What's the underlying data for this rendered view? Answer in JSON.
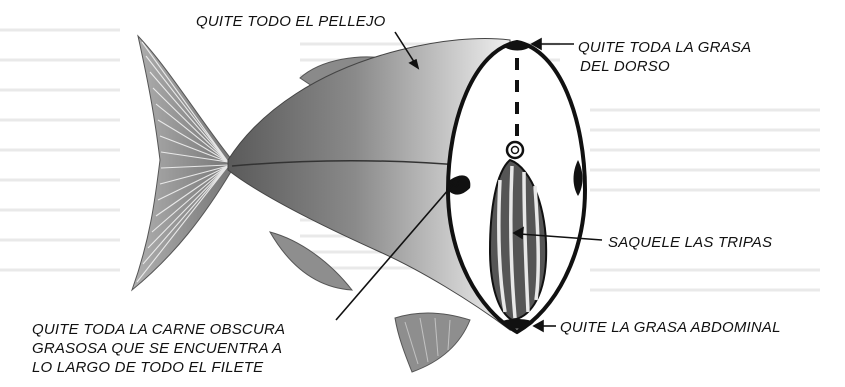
{
  "figure": {
    "labels": {
      "remove_skin": "QUITE TODO EL PELLEJO",
      "remove_dorsal_fat_line1": "QUITE TODA LA GRASA",
      "remove_dorsal_fat_line2": "DEL DORSO",
      "remove_guts": "SAQUELE LAS TRIPAS",
      "remove_belly_fat": "QUITE LA GRASA ABDOMINAL",
      "remove_dark_meat_line1": "QUITE TODA LA CARNE OBSCURA",
      "remove_dark_meat_line2": "GRASOSA QUE SE ENCUENTRA A",
      "remove_dark_meat_line3": "LO LARGO DE TODO EL FILETE"
    },
    "colors": {
      "body_dark": "#6e6e6e",
      "body_light": "#f0f0f0",
      "fin": "#9a9a9a",
      "ink": "#111111",
      "background_text": "#d9d9d9"
    },
    "icons": {
      "tail": "tail-fin-icon",
      "guts": "guts-icon"
    }
  }
}
